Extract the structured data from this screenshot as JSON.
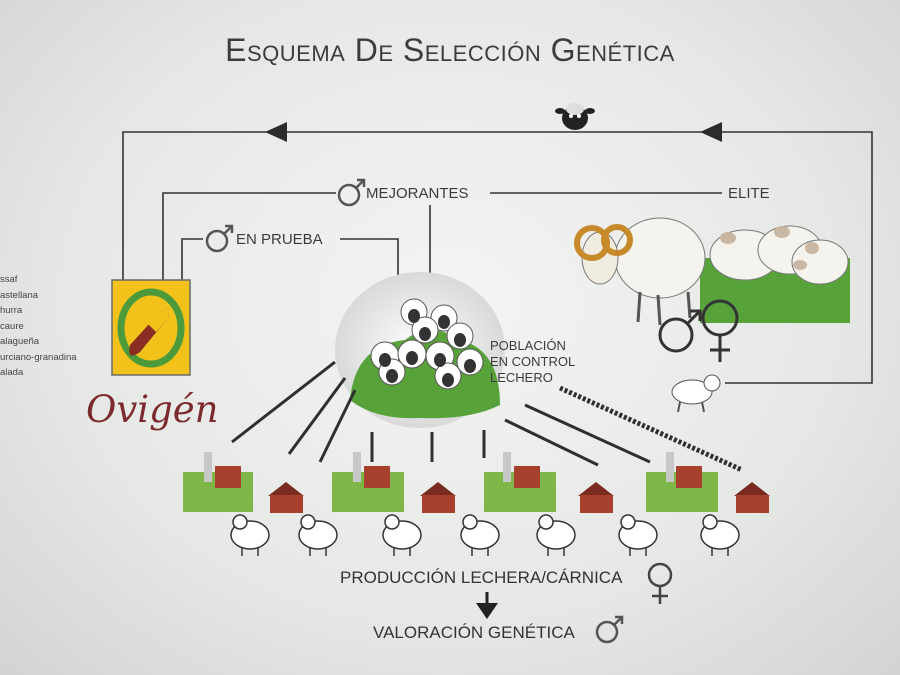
{
  "title": "Esquema De Selección Genética",
  "labels": {
    "mejorantes": "MEJORANTES",
    "en_prueba": "EN PRUEBA",
    "elite": "ELITE",
    "poblacion": [
      "POBLACIÓN",
      "EN CONTROL",
      "LECHERO"
    ],
    "produccion": "PRODUCCIÓN LECHERA/CÁRNICA",
    "valoracion": "VALORACIÓN GENÉTICA"
  },
  "breeds": [
    "ssaf",
    "astellana",
    "hurra",
    "caure",
    "alagueña",
    "urciano-granadina",
    "alada"
  ],
  "brand": "Ovigén",
  "symbols": {
    "male": "male-symbol",
    "female": "female-symbol"
  },
  "colors": {
    "green": "#5aa33a",
    "logo_yellow": "#f2c21b",
    "brand_red": "#7d2a2e",
    "farm_red": "#a8402e"
  }
}
